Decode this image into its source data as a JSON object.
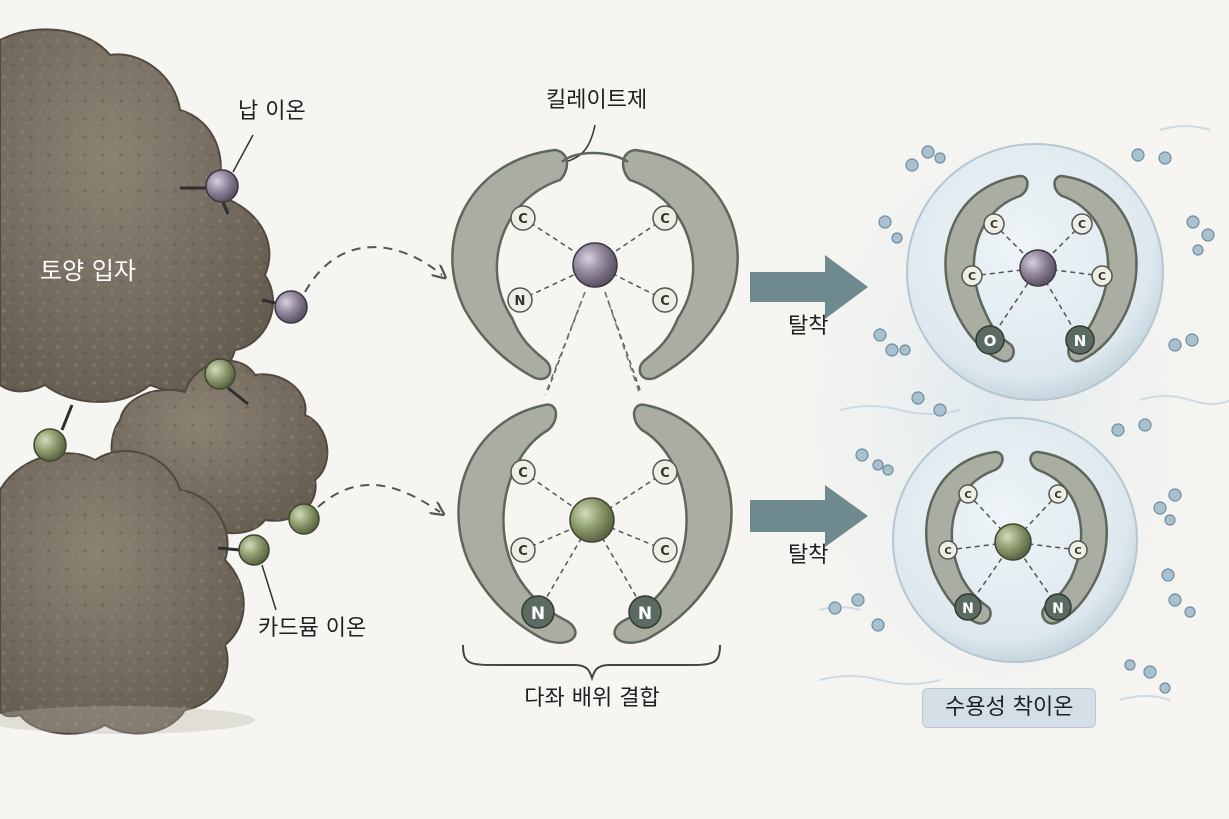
{
  "labels": {
    "soil_particle": "토양 입자",
    "lead_ion": "납 이온",
    "cadmium_ion": "카드뮴 이온",
    "chelating_agent": "킬레이트제",
    "multidentate_binding": "다좌 배위 결합",
    "desorption_top": "탈착",
    "desorption_bottom": "탈착",
    "soluble_complex": "수용성 착이온"
  },
  "atoms": {
    "top_left_1": "C",
    "top_right_1": "C",
    "top_left_2": "N",
    "top_right_2": "C",
    "bot_left_1": "C",
    "bot_right_1": "C",
    "bot_left_2": "C",
    "bot_right_2": "C",
    "bot_n_left": "N",
    "bot_n_right": "N",
    "r_top_left_1": "C",
    "r_top_right_1": "C",
    "r_top_left_2": "C",
    "r_top_right_2": "C",
    "r_top_o": "O",
    "r_top_n": "N",
    "r_bot_left_1": "C",
    "r_bot_right_1": "C",
    "r_bot_left_2": "C",
    "r_bot_right_2": "C",
    "r_bot_n_left": "N",
    "r_bot_n_right": "N"
  },
  "colors": {
    "soil": "#7a7063",
    "soil_dark": "#5f574c",
    "lead": "#8e8398",
    "cadmium": "#8b9a6c",
    "chelate": "#a9ada2",
    "chelate_stroke": "#5f665c",
    "arrow": "#6f8a8e",
    "water": "#d4e1e8"
  }
}
